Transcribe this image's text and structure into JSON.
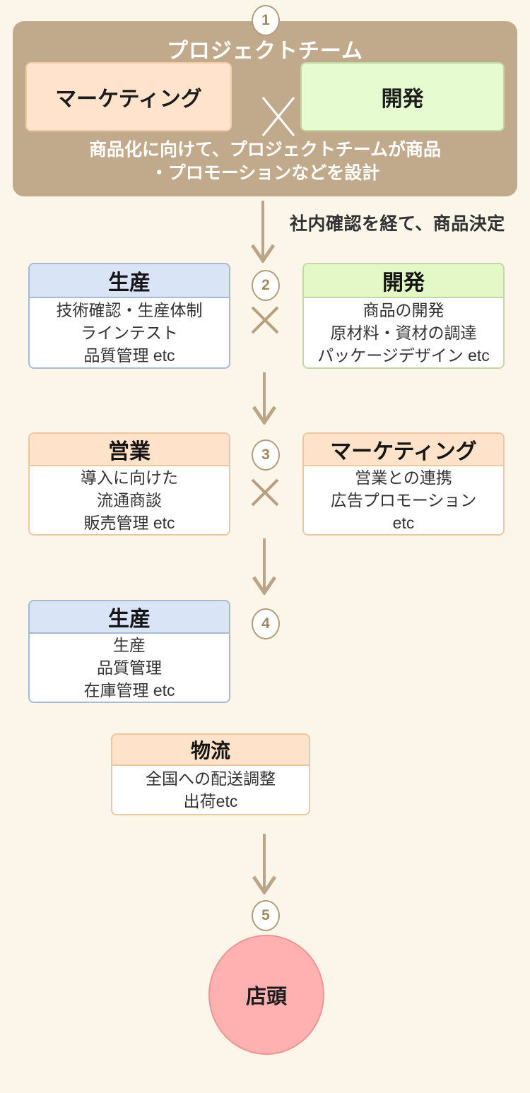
{
  "colors": {
    "background": "#fcf5ea",
    "team_panel": "#c1aa8b",
    "marketing_fill": "#ffe3cd",
    "marketing_border": "#f3cda9",
    "development_fill": "#e6fbd0",
    "development_border": "#c3d9a2",
    "production_fill": "#d9e5f7",
    "production_border": "#a6bad8",
    "sales_logistics_fill": "#ffe2ca",
    "sales_logistics_border": "#eec69f",
    "terminal_fill": "#ffb1b1",
    "terminal_border": "#ef9494",
    "arrow": "#bca487"
  },
  "step1": {
    "number": "1",
    "title": "プロジェクトチーム",
    "left_label": "マーケティング",
    "right_label": "開発",
    "caption_line1": "商品化に向けて、プロジェクトチームが商品",
    "caption_line2": "・プロモーションなどを設計"
  },
  "transition1": {
    "label": "社内確認を経て、商品決定"
  },
  "step2": {
    "number": "2",
    "left": {
      "header": "生産",
      "lines": [
        "技術確認・生産体制",
        "ラインテスト",
        "品質管理 etc"
      ]
    },
    "right": {
      "header": "開発",
      "lines": [
        "商品の開発",
        "原材料・資材の調達",
        "パッケージデザイン etc"
      ]
    }
  },
  "step3": {
    "number": "3",
    "left": {
      "header": "営業",
      "lines": [
        "導入に向けた",
        "流通商談",
        "販売管理 etc"
      ]
    },
    "right": {
      "header": "マーケティング",
      "lines": [
        "営業との連携",
        "広告プロモーション",
        "etc"
      ]
    }
  },
  "step4": {
    "number": "4",
    "production": {
      "header": "生産",
      "lines": [
        "生産",
        "品質管理",
        "在庫管理 etc"
      ]
    },
    "logistics": {
      "header": "物流",
      "lines": [
        "全国への配送調整",
        "出荷etc"
      ]
    }
  },
  "step5": {
    "number": "5",
    "terminal_label": "店頭"
  }
}
